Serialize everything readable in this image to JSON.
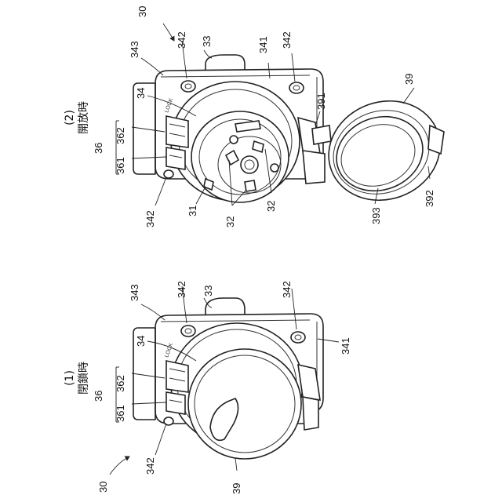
{
  "figure_labels": {
    "closed_state": {
      "number": "(1)",
      "caption": "閉鎖時"
    },
    "open_state": {
      "number": "(2)",
      "caption": "開放時"
    }
  },
  "reference_numerals": {
    "assembly": "30",
    "connector": "31",
    "pin": "32",
    "base": "33",
    "housing": "34",
    "mount_plate": "341",
    "screw_hole": "342",
    "flange_edge": "343",
    "lock": "36",
    "lock_part_a": "361",
    "lock_part_b": "362",
    "cap": "39",
    "hinge": "391",
    "cap_rim": "392",
    "seal": "393"
  },
  "plate_markings": {
    "lock_text": "LOCK"
  }
}
